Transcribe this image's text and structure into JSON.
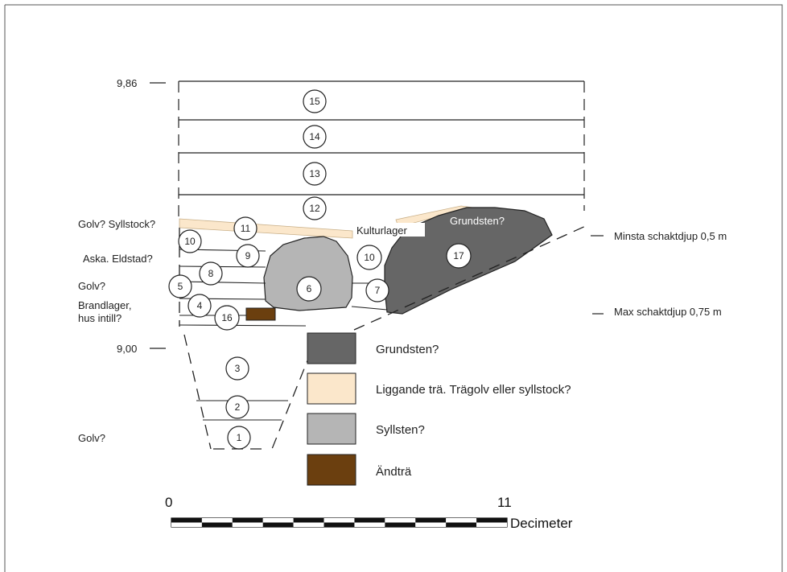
{
  "elevations": {
    "top": "9,86",
    "bottom": "9,00"
  },
  "layers": [
    "15",
    "14",
    "13",
    "12",
    "11",
    "10",
    "9",
    "8",
    "5",
    "4",
    "16",
    "6",
    "10",
    "7",
    "17",
    "3",
    "2",
    "1"
  ],
  "left_notes": {
    "golv_syllstock": "Golv? Syllstock?",
    "aska_eldstad": "Aska. Eldstad?",
    "golv_1": "Golv?",
    "brandlager_1": "Brandlager,",
    "brandlager_2": "hus intill?",
    "golv_2": "Golv?"
  },
  "inline_labels": {
    "kulturlager": "Kulturlager",
    "grundsten": "Grundsten?"
  },
  "depth_notes": {
    "min": "Minsta schaktdjup 0,5 m",
    "max": "Max schaktdjup 0,75 m"
  },
  "legend": [
    {
      "label": "Grundsten?",
      "color": "#666666"
    },
    {
      "label": "Liggande trä. Trägolv eller syllstock?",
      "color": "#fbe7cb"
    },
    {
      "label": "Syllsten?",
      "color": "#b5b5b5"
    },
    {
      "label": "Ändträ",
      "color": "#6b3f0f"
    }
  ],
  "scale": {
    "start": "0",
    "end": "11",
    "unit": "Decimeter"
  }
}
